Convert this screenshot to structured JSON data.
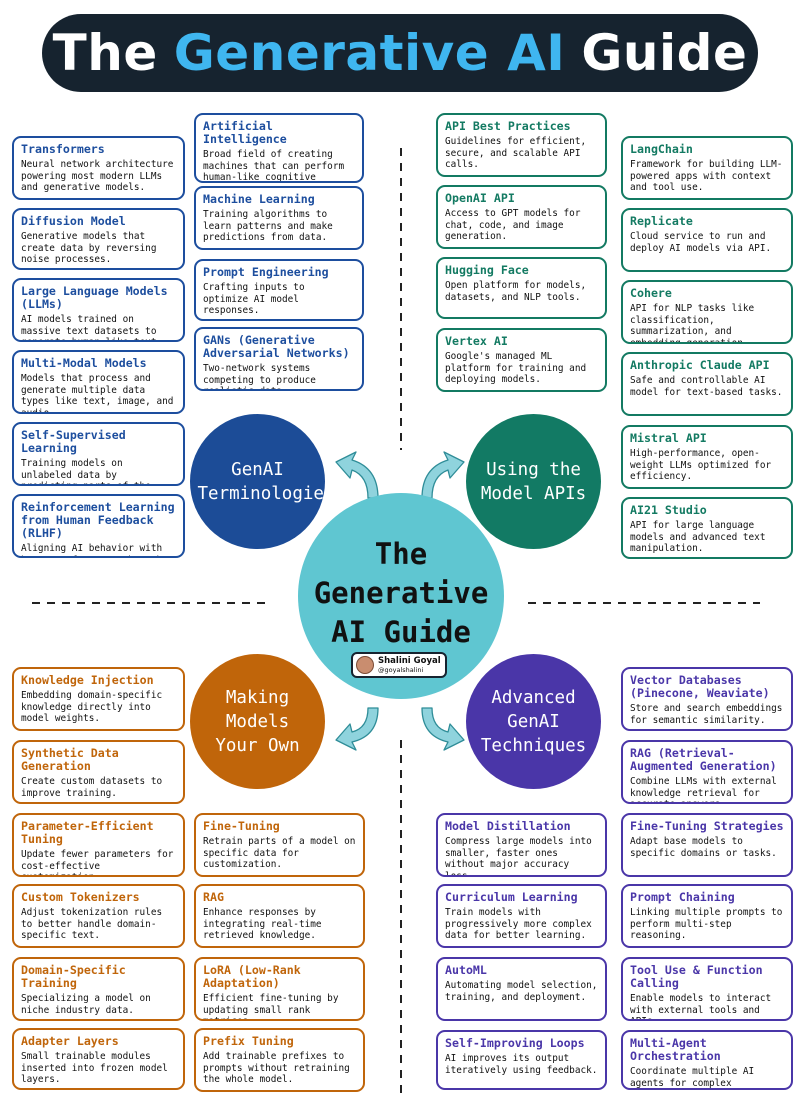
{
  "title": {
    "part1": "The",
    "part2": "Generative AI",
    "part3": "Guide"
  },
  "center": {
    "title": "The Generative AI Guide",
    "author_name": "Shalini Goyal",
    "author_handle": "@goyalshalini"
  },
  "hubs": {
    "q1": "GenAI Terminologies",
    "q2": "Using the Model APIs",
    "q3": "Making Models Your Own",
    "q4": "Advanced GenAI Techniques"
  },
  "colors": {
    "q1": "#1d4e9e",
    "q2": "#137a62",
    "q3": "#c0650a",
    "q4": "#4a36a8",
    "center": "#5fc6d1",
    "banner": "#16232f",
    "banner_accent": "#3fb6f0"
  },
  "q1_left": [
    {
      "title": "Transformers",
      "desc": "Neural network architecture powering most modern LLMs and generative models."
    },
    {
      "title": "Diffusion Model",
      "desc": "Generative models that create data by reversing noise processes."
    },
    {
      "title": "Large Language Models (LLMs)",
      "desc": "AI models trained on massive text datasets to generate human-like text."
    },
    {
      "title": "Multi-Modal Models",
      "desc": "Models that process and generate multiple data types like text, image, and audio."
    },
    {
      "title": "Self-Supervised Learning",
      "desc": "Training models on unlabeled data by predicting parts of the input."
    },
    {
      "title": "Reinforcement Learning from Human Feedback (RLHF)",
      "desc": "Aligning AI behavior with human preferences through feedback loops."
    }
  ],
  "q1_mid": [
    {
      "title": "Artificial Intelligence",
      "desc": "Broad field of creating machines that can perform human-like cognitive tasks."
    },
    {
      "title": "Machine Learning",
      "desc": "Training algorithms to learn patterns and make predictions from data."
    },
    {
      "title": "Prompt Engineering",
      "desc": "Crafting inputs to optimize AI model responses."
    },
    {
      "title": "GANs (Generative Adversarial Networks)",
      "desc": "Two-network systems competing to produce realistic data."
    }
  ],
  "q2_mid": [
    {
      "title": "API Best Practices",
      "desc": "Guidelines for efficient, secure, and scalable API calls."
    },
    {
      "title": "OpenAI API",
      "desc": "Access to GPT models for chat, code, and image generation."
    },
    {
      "title": "Hugging Face",
      "desc": "Open platform for models, datasets, and NLP tools."
    },
    {
      "title": "Vertex AI",
      "desc": "Google's managed ML platform for training and deploying models."
    }
  ],
  "q2_right": [
    {
      "title": "LangChain",
      "desc": "Framework for building LLM-powered apps with context and tool use."
    },
    {
      "title": "Replicate",
      "desc": "Cloud service to run and deploy AI models via API."
    },
    {
      "title": "Cohere",
      "desc": "API for NLP tasks like classification, summarization, and embedding generation."
    },
    {
      "title": "Anthropic Claude API",
      "desc": "Safe and controllable AI model for text-based tasks."
    },
    {
      "title": "Mistral API",
      "desc": "High-performance, open-weight LLMs optimized for efficiency."
    },
    {
      "title": "AI21 Studio",
      "desc": "API for large language models and advanced text manipulation."
    }
  ],
  "q3_left": [
    {
      "title": "Knowledge Injection",
      "desc": "Embedding domain-specific knowledge directly into model weights."
    },
    {
      "title": "Synthetic Data Generation",
      "desc": "Create custom datasets to improve training."
    },
    {
      "title": "Parameter-Efficient Tuning",
      "desc": "Update fewer parameters for cost-effective customization."
    },
    {
      "title": "Custom Tokenizers",
      "desc": "Adjust tokenization rules to better handle domain-specific text."
    },
    {
      "title": "Domain-Specific Training",
      "desc": "Specializing a model on niche industry data."
    },
    {
      "title": "Adapter Layers",
      "desc": "Small trainable modules inserted into frozen model layers."
    }
  ],
  "q3_mid": [
    {
      "title": "Fine-Tuning",
      "desc": "Retrain parts of a model on specific data for customization."
    },
    {
      "title": "RAG",
      "desc": "Enhance responses by integrating real-time retrieved knowledge."
    },
    {
      "title": "LoRA (Low-Rank Adaptation)",
      "desc": "Efficient fine-tuning by updating small rank matrices."
    },
    {
      "title": "Prefix Tuning",
      "desc": "Add trainable prefixes to prompts without retraining the whole model."
    }
  ],
  "q4_mid": [
    {
      "title": "Model Distillation",
      "desc": "Compress large models into smaller, faster ones without major accuracy loss."
    },
    {
      "title": "Curriculum Learning",
      "desc": "Train models with progressively more complex data for better learning."
    },
    {
      "title": "AutoML",
      "desc": "Automating model selection, training, and deployment."
    },
    {
      "title": "Self-Improving Loops",
      "desc": "AI improves its output iteratively using feedback."
    }
  ],
  "q4_right": [
    {
      "title": "Vector Databases (Pinecone, Weaviate)",
      "desc": "Store and search embeddings for semantic similarity."
    },
    {
      "title": "RAG (Retrieval-Augmented Generation)",
      "desc": "Combine LLMs with external knowledge retrieval for accurate answers."
    },
    {
      "title": "Fine-Tuning Strategies",
      "desc": "Adapt base models to specific domains or tasks."
    },
    {
      "title": "Prompt Chaining",
      "desc": "Linking multiple prompts to perform multi-step reasoning."
    },
    {
      "title": "Tool Use & Function Calling",
      "desc": "Enable models to interact with external tools and APIs."
    },
    {
      "title": "Multi-Agent Orchestration",
      "desc": "Coordinate multiple AI agents for complex workflows."
    }
  ]
}
